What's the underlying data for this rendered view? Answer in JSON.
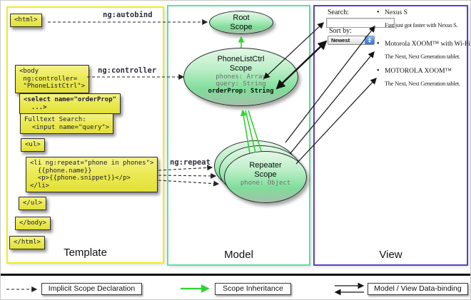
{
  "colors": {
    "template_border": "#f0ee15",
    "model_border": "#5ce0a0",
    "view_border": "#5b3fc9",
    "code_box_bg": "#ecea55",
    "scope_green": "#7fdd9a",
    "green_arrow": "#2ed52e",
    "arrow_black": "#141414"
  },
  "panels": {
    "template_label": "Template",
    "model_label": "Model",
    "view_label": "View"
  },
  "template": {
    "html_open": "<html>",
    "body_open": "<body\n ng:controller=\n \"PhoneListCtrl\">",
    "select_box": "<select name=\"orderProp\"\n  ...>",
    "fulltext_box": "Fulltext Search:\n  <input name=\"query\">",
    "ul_open": "<ul>",
    "li_box": "<li ng:repeat=\"phone in phones\">\n  {{phone.name}}\n  <p>{{phone.snippet}}</p>\n</li>",
    "ul_close": "</ul>",
    "body_close": "</body>",
    "html_close": "</html>"
  },
  "arrow_labels": {
    "autobind": "ng:autobind",
    "controller": "ng:controller",
    "repeat": "ng:repeat"
  },
  "model": {
    "root_scope_title": "Root\nScope",
    "phonelist_title": "PhoneListCtrl\nScope",
    "phonelist_props": "phones: Array\nquery: String",
    "phonelist_prop_bold": "orderProp: String",
    "repeater_title": "Repeater\nScope",
    "repeater_prop": "phone: Object"
  },
  "view": {
    "search_label": "Search:",
    "sort_label": "Sort by:",
    "sort_value": "Newest",
    "items": [
      {
        "title": "Nexus S",
        "desc": "Fast just got faster with Nexus S."
      },
      {
        "title": "Motorola XOOM™ with Wi-Fi",
        "desc": "The Next, Next Generation tablet."
      },
      {
        "title": "MOTOROLA XOOM™",
        "desc": "The Next, Next Generation tablet."
      }
    ]
  },
  "legend": {
    "implicit_label": "Implicit Scope Declaration",
    "inheritance_label": "Scope Inheritance",
    "binding_label": "Model / View Data-binding"
  }
}
